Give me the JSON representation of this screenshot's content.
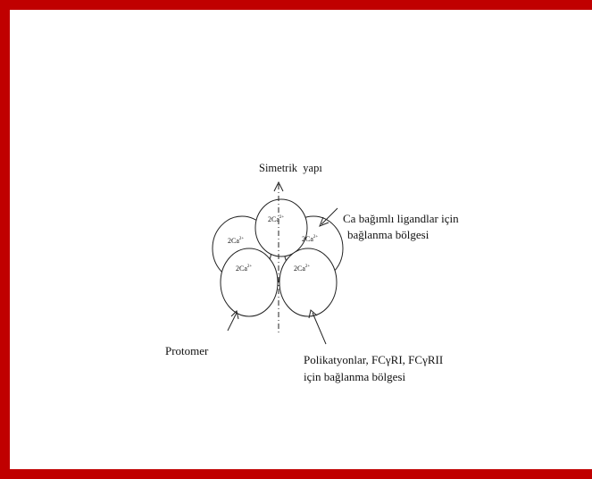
{
  "frame": {
    "border_color": "#c00000"
  },
  "diagram": {
    "axis_label": "Simetrik  yapı",
    "subunit_labels": {
      "top": "2Ca",
      "top_sup": "2+",
      "upper_left": "2Ca",
      "upper_left_sup": "2+",
      "upper_right": "2Ca",
      "upper_right_sup": "2+",
      "lower_left": "2Ca",
      "lower_left_sup": "2+",
      "lower_right": "2Ca",
      "lower_right_sup": "2+"
    },
    "ca_site_label_line1": "Ca bağımlı ligandlar için",
    "ca_site_label_line2": "bağlanma bölgesi",
    "protomer_label": "Protomer",
    "polycation_label_line1": "Polikatyonlar, FCγRI, FCγRII",
    "polycation_label_line2": "için bağlanma bölgesi"
  }
}
